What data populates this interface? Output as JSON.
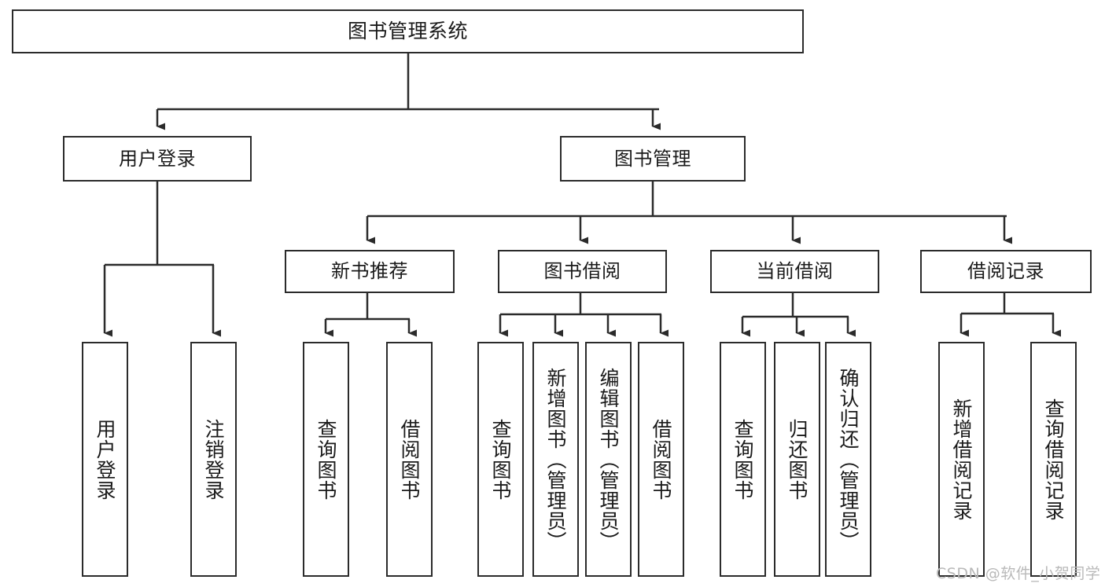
{
  "diagram": {
    "title": "图书管理系统",
    "type": "tree-hierarchy",
    "root": {
      "label": "图书管理系统"
    },
    "level1": [
      {
        "label": "用户登录"
      },
      {
        "label": "图书管理"
      }
    ],
    "level2": [
      {
        "label": "新书推荐"
      },
      {
        "label": "图书借阅"
      },
      {
        "label": "当前借阅"
      },
      {
        "label": "借阅记录"
      }
    ],
    "leaves": {
      "user_login": [
        {
          "label": "用户登录"
        },
        {
          "label": "注销登录"
        }
      ],
      "new_book_recommend": [
        {
          "label": "查询图书"
        },
        {
          "label": "借阅图书"
        }
      ],
      "book_borrow": [
        {
          "label": "查询图书"
        },
        {
          "label": "新增图书（管理员）"
        },
        {
          "label": "编辑图书（管理员）"
        },
        {
          "label": "借阅图书"
        }
      ],
      "current_borrow": [
        {
          "label": "查询图书"
        },
        {
          "label": "归还图书"
        },
        {
          "label": "确认归还（管理员）"
        }
      ],
      "borrow_record": [
        {
          "label": "新增借阅记录"
        },
        {
          "label": "查询借阅记录"
        }
      ]
    },
    "watermark": "CSDN @软件_小贺同学",
    "colors": {
      "box_border": "#2b2b2b",
      "box_fill": "#ffffff",
      "connector": "#2b2b2b",
      "text": "#1a1a1a",
      "watermark": "#b9b9b9",
      "background": "#ffffff"
    }
  }
}
